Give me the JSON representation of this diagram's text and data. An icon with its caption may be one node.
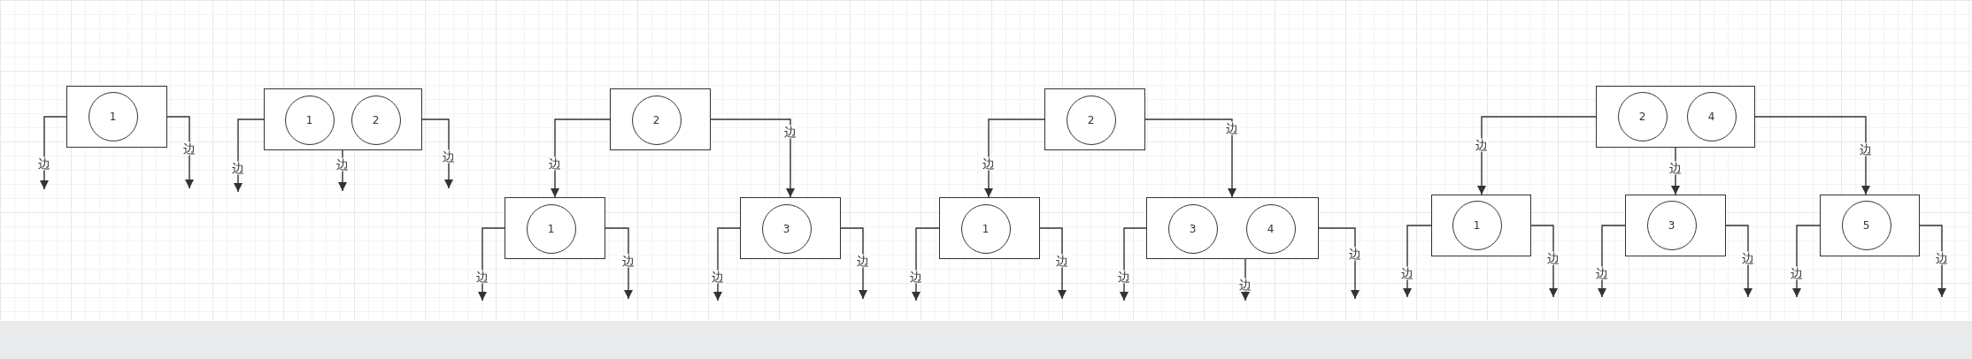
{
  "diagram": {
    "nodes": [
      {
        "text": [],
        "shape": "box"
      },
      {
        "text": [
          "1"
        ],
        "in": 0
      },
      {
        "text": [],
        "shape": "box"
      },
      {
        "text": [
          "1"
        ],
        "in": 2
      },
      {
        "text": [
          "2"
        ],
        "in": 2
      },
      {
        "text": [],
        "shape": "box"
      },
      {
        "text": [
          "2"
        ],
        "in": 5
      },
      {
        "text": [],
        "shape": "box"
      },
      {
        "text": [
          "1"
        ],
        "in": 7
      },
      {
        "text": [],
        "shape": "box"
      },
      {
        "text": [
          "3"
        ],
        "in": 9
      },
      {
        "text": [],
        "shape": "box"
      },
      {
        "text": [
          "2"
        ],
        "in": 11
      },
      {
        "text": [],
        "shape": "box"
      },
      {
        "text": [
          "1"
        ],
        "in": 13
      },
      {
        "text": [],
        "shape": "box"
      },
      {
        "text": [
          "3"
        ],
        "in": 15
      },
      {
        "text": [
          "4"
        ],
        "in": 15
      },
      {
        "text": [],
        "shape": "box"
      },
      {
        "text": [
          "2"
        ],
        "in": 18
      },
      {
        "text": [
          "4"
        ],
        "in": 18
      },
      {
        "text": [],
        "shape": "box"
      },
      {
        "text": [
          "1"
        ],
        "in": 21
      },
      {
        "text": [],
        "shape": "box"
      },
      {
        "text": [
          "3"
        ],
        "in": 23
      },
      {
        "text": [],
        "shape": "box"
      },
      {
        "text": [
          "5"
        ],
        "in": 25
      }
    ],
    "edges": [
      {
        "from": 0,
        "to": null,
        "arrow": "to",
        "label": "边"
      },
      {
        "from": 0,
        "to": null,
        "arrow": "to",
        "label": "边"
      },
      {
        "from": 2,
        "to": null,
        "arrow": "to",
        "label": "边"
      },
      {
        "from": 2,
        "to": null,
        "arrow": "to",
        "label": "边"
      },
      {
        "from": 2,
        "to": null,
        "arrow": "to",
        "label": "边"
      },
      {
        "from": 5,
        "to": 7,
        "arrow": "to",
        "label": "边"
      },
      {
        "from": 5,
        "to": 9,
        "arrow": "to",
        "label": "边"
      },
      {
        "from": 7,
        "to": null,
        "arrow": "to",
        "label": "边"
      },
      {
        "from": 7,
        "to": null,
        "arrow": "to",
        "label": "边"
      },
      {
        "from": 9,
        "to": null,
        "arrow": "to",
        "label": "边"
      },
      {
        "from": 9,
        "to": null,
        "arrow": "to",
        "label": "边"
      },
      {
        "from": 11,
        "to": 13,
        "arrow": "to",
        "label": "边"
      },
      {
        "from": 11,
        "to": 15,
        "arrow": "to",
        "label": "边"
      },
      {
        "from": 13,
        "to": null,
        "arrow": "to",
        "label": "边"
      },
      {
        "from": 13,
        "to": null,
        "arrow": "to",
        "label": "边"
      },
      {
        "from": 15,
        "to": null,
        "arrow": "to",
        "label": "边"
      },
      {
        "from": 15,
        "to": null,
        "arrow": "to",
        "label": "边"
      },
      {
        "from": 15,
        "to": null,
        "arrow": "to",
        "label": "边"
      },
      {
        "from": 18,
        "to": 21,
        "arrow": "to",
        "label": "边"
      },
      {
        "from": 18,
        "to": 23,
        "arrow": "to",
        "label": "边"
      },
      {
        "from": 18,
        "to": 25,
        "arrow": "to",
        "label": "边"
      },
      {
        "from": 21,
        "to": null,
        "arrow": "to",
        "label": "边"
      },
      {
        "from": 21,
        "to": null,
        "arrow": "to",
        "label": "边"
      },
      {
        "from": 23,
        "to": null,
        "arrow": "to",
        "label": "边"
      },
      {
        "from": 23,
        "to": null,
        "arrow": "to",
        "label": "边"
      },
      {
        "from": 25,
        "to": null,
        "arrow": "to",
        "label": "边"
      },
      {
        "from": 25,
        "to": null,
        "arrow": "to",
        "label": "边"
      }
    ]
  }
}
